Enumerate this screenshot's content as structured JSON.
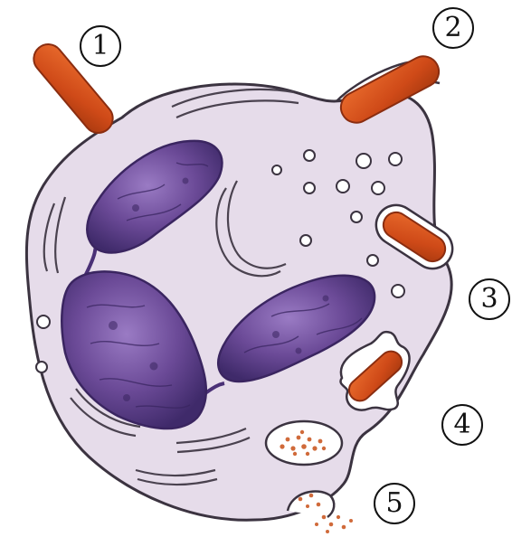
{
  "markers": {
    "m1": "1",
    "m2": "2",
    "m3": "3",
    "m4": "4",
    "m5": "5"
  },
  "colors": {
    "cytoplasm": "#e6dcea",
    "outline": "#3b3340",
    "nucleus": "#6b4a97",
    "nucleus_dark": "#4a3076",
    "bacterium": "#d5521d",
    "bacterium_rim": "#8a2d10",
    "vacuole": "#ffffff",
    "granule": "#d06a3a"
  }
}
